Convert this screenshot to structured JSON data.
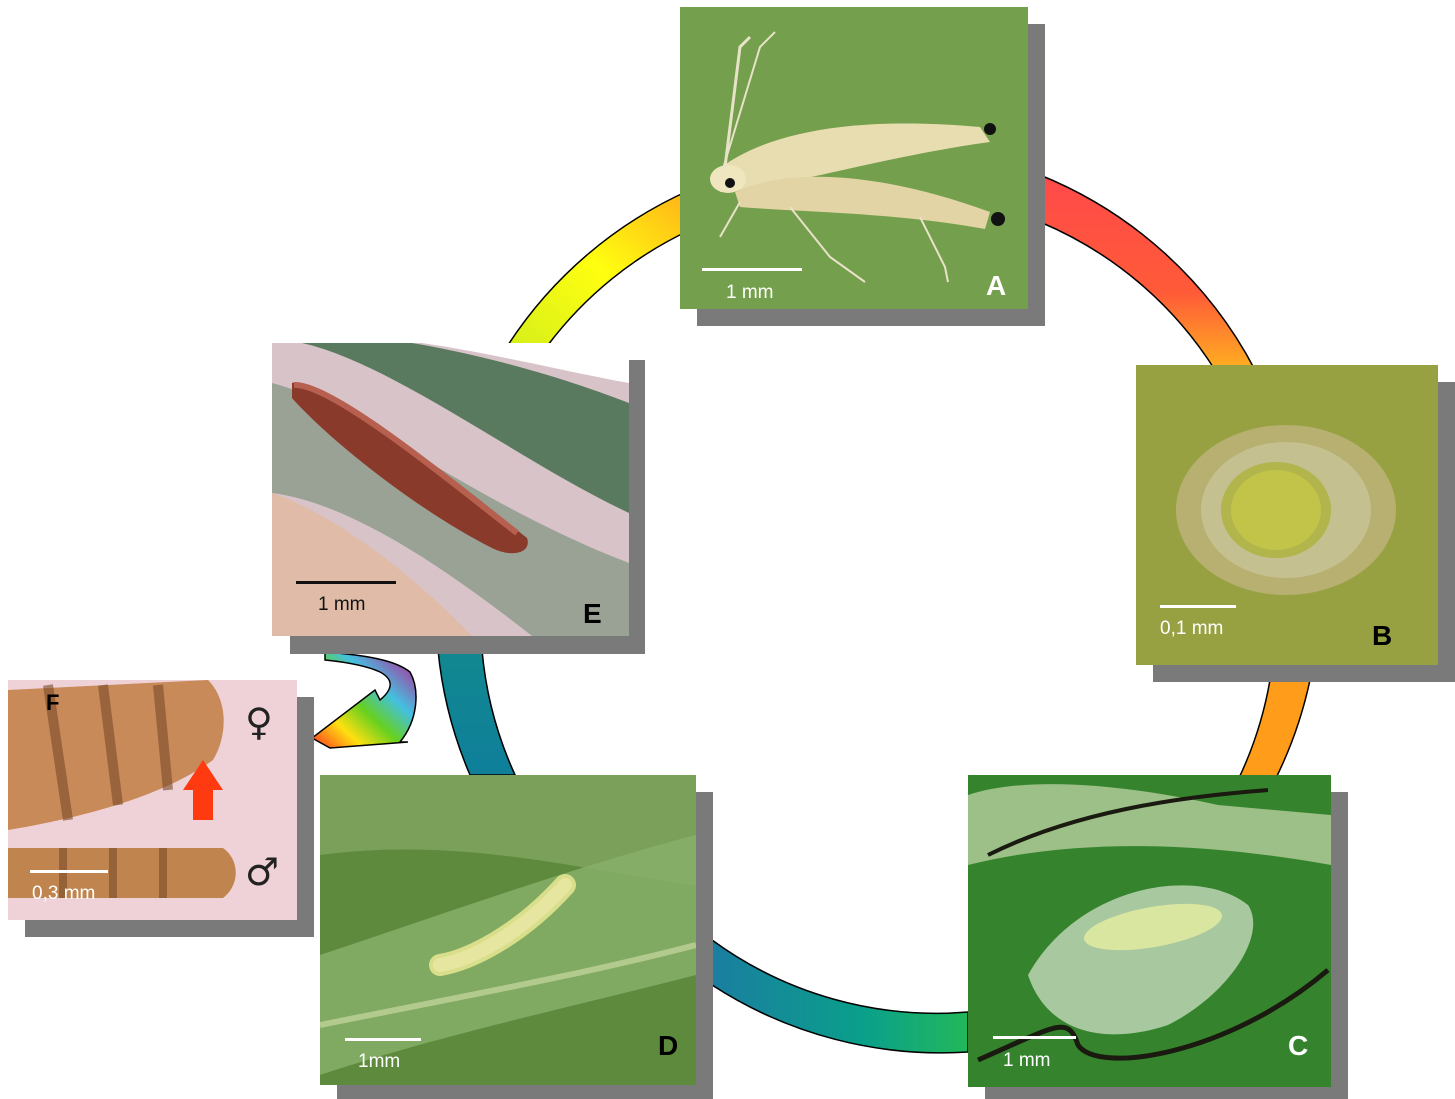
{
  "stages": {
    "A": {
      "letter": "A",
      "scale": "1 mm"
    },
    "B": {
      "letter": "B",
      "scale": "0,1 mm"
    },
    "C": {
      "letter": "C",
      "scale": "1 mm"
    },
    "D": {
      "letter": "D",
      "scale": "1mm"
    },
    "E": {
      "letter": "E",
      "scale": "1 mm"
    },
    "F": {
      "letter": "F",
      "scale": "0,3 mm",
      "female_symbol": "♀",
      "male_symbol": "♂"
    }
  },
  "colors": {
    "ring_top_left": "#ffff00",
    "ring_top_right": "#ff4a4a",
    "ring_right": "#ff9a1a",
    "ring_bottom": "#0f9a9a",
    "ring_left": "#0f7f9a",
    "branch_arrow": "#e0208a",
    "red_arrow": "#ff3a10",
    "shadow": "#7a7a7a"
  }
}
